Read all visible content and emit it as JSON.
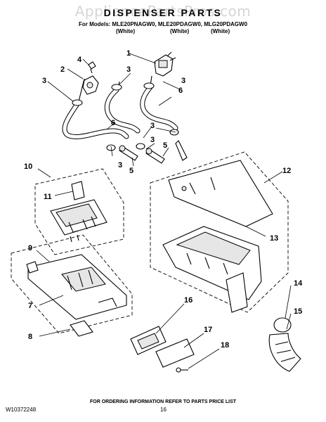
{
  "watermark": "AppliancePartsPros.com",
  "title": "DISPENSER PARTS",
  "models_line": "For Models: MLE20PNAGW0, MLE20PDAGW0, MLG20PDAGW0",
  "colors": [
    "(White)",
    "(White)",
    "(White)"
  ],
  "callouts": [
    "1",
    "2",
    "3",
    "4",
    "3",
    "3",
    "6",
    "3",
    "6",
    "3",
    "5",
    "3",
    "5",
    "10",
    "12",
    "11",
    "13",
    "9",
    "7",
    "8",
    "16",
    "17",
    "14",
    "15",
    "18"
  ],
  "footer": {
    "order_info": "FOR ORDERING INFORMATION REFER TO PARTS PRICE LIST",
    "doc_number": "W10372248",
    "page": "16"
  }
}
